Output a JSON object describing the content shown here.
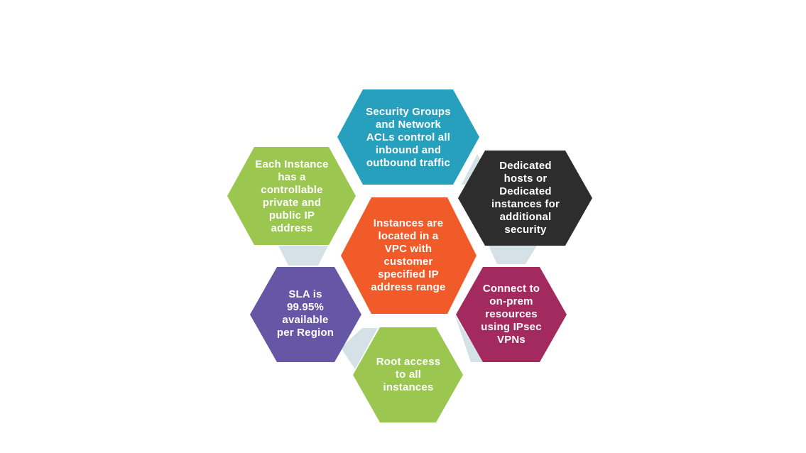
{
  "hexagons": [
    {
      "id": "center",
      "label": "Instances are\nlocated in a\nVPC with\ncustomer\nspecified IP\naddress range",
      "color": "#F15A29"
    },
    {
      "id": "top",
      "label": "Security Groups\nand Network\nACLs control all\ninbound and\noutbound traffic",
      "color": "#27A0BE"
    },
    {
      "id": "top-right",
      "label": "Dedicated\nhosts or\nDedicated\ninstances for\nadditional\nsecurity",
      "color": "#2D2D2D"
    },
    {
      "id": "bottom-right",
      "label": "Connect to\non-prem\nresources\nusing IPsec\nVPNs",
      "color": "#A32A5E"
    },
    {
      "id": "bottom",
      "label": "Root access\nto  all\ninstances",
      "color": "#9BC750"
    },
    {
      "id": "bottom-left",
      "label": "SLA is\n99.95%\navailable\nper Region",
      "color": "#6557A5"
    },
    {
      "id": "top-left",
      "label": "Each Instance\nhas a\ncontrollable\nprivate and\npublic IP\naddress",
      "color": "#9BC750"
    }
  ],
  "connector_color": "#D4E2E8"
}
